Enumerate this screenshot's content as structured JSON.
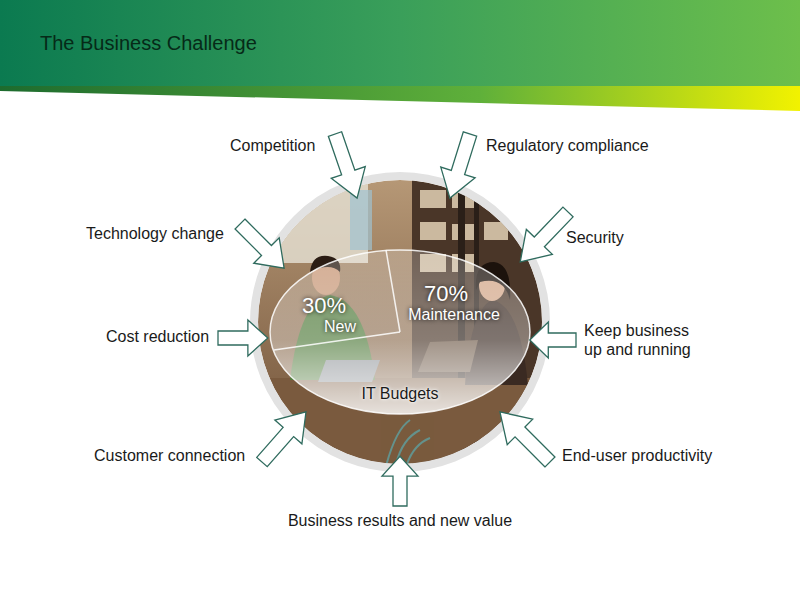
{
  "diagram": {
    "title": "The Business Challenge",
    "nodes": [
      {
        "text": [
          "IT Budgets"
        ]
      },
      {
        "text": [
          "30%",
          "New"
        ],
        "in": 0
      },
      {
        "text": [
          "70%",
          "Maintenance"
        ],
        "in": 0
      }
    ],
    "labels": [
      "Competition",
      "Regulatory compliance",
      "Technology change",
      "Security",
      "Cost reduction",
      "Keep business up and running",
      "Customer connection",
      "End-user productivity",
      "Business results and new value"
    ]
  }
}
